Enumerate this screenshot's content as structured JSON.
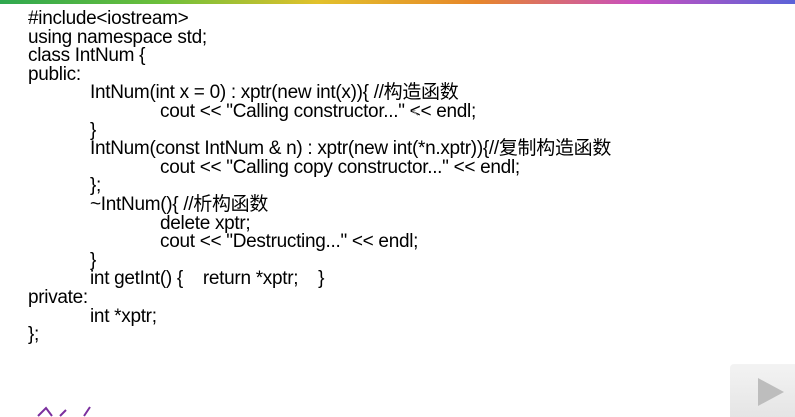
{
  "code": {
    "lines": [
      {
        "text": "#include<iostream>",
        "indent": 0
      },
      {
        "text": "using namespace std;",
        "indent": 0
      },
      {
        "text": "class IntNum {",
        "indent": 0
      },
      {
        "text": "public:",
        "indent": 0
      },
      {
        "text": "IntNum(int x = 0) : xptr(new int(x)){ //构造函数",
        "indent": 1
      },
      {
        "text": "cout << \"Calling constructor...\" << endl;",
        "indent": 2
      },
      {
        "text": "}",
        "indent": 1
      },
      {
        "text": "IntNum(const IntNum & n) : xptr(new int(*n.xptr)){//复制构造函数",
        "indent": 1
      },
      {
        "text": "cout << \"Calling copy constructor...\" << endl;",
        "indent": 2
      },
      {
        "text": "};",
        "indent": 1
      },
      {
        "text": "~IntNum(){ //析构函数",
        "indent": 1
      },
      {
        "text": "delete xptr;",
        "indent": 2
      },
      {
        "text": "cout << \"Destructing...\" << endl;",
        "indent": 2
      },
      {
        "text": "}",
        "indent": 1
      },
      {
        "text": "int getInt() {    return *xptr;    }",
        "indent": 1
      },
      {
        "text": "private:",
        "indent": 0
      },
      {
        "text": "int *xptr;",
        "indent": 1
      },
      {
        "text": "};",
        "indent": 0
      }
    ]
  },
  "icons": {
    "next": "play-triangle-icon",
    "cursor": "mouse-cursor-icon",
    "decoration": "purple-scribble-icon"
  },
  "colors": {
    "background": "#ffffff",
    "text": "#000000",
    "next_button": "#e9e9e9",
    "next_icon": "#bdbdbd",
    "decoration": "#7b2f9e"
  }
}
